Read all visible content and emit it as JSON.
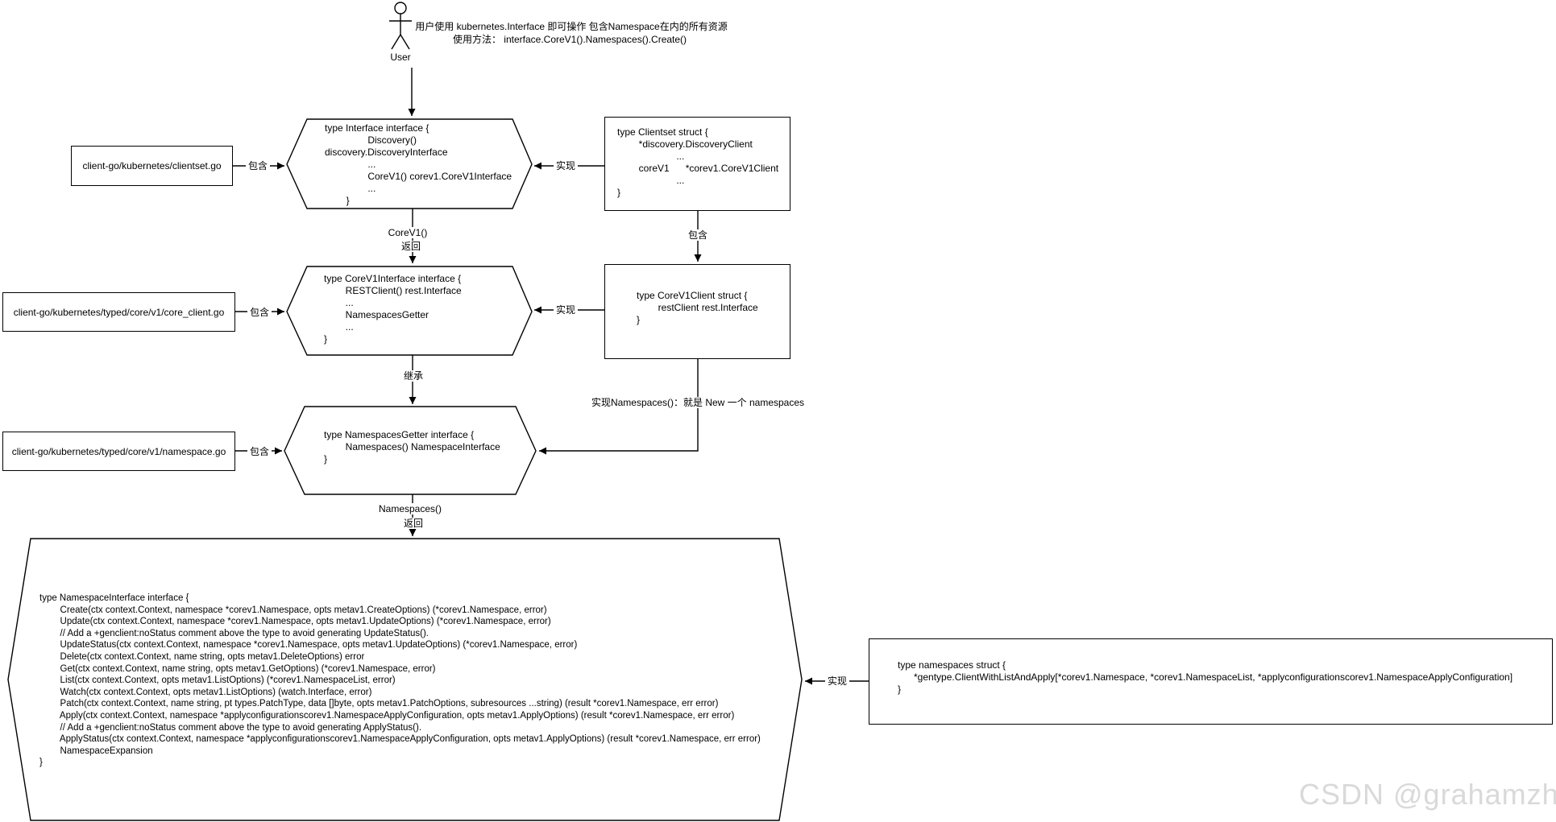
{
  "note": {
    "line1": "用户使用 kubernetes.Interface 即可操作 包含Namespace在内的所有资源",
    "line2": "使用方法： interface.CoreV1().Namespaces().Create()"
  },
  "actor": {
    "label": "User"
  },
  "files": {
    "clientset": "client-go/kubernetes/clientset.go",
    "core_client": "client-go/kubernetes/typed/core/v1/core_client.go",
    "namespace": "client-go/kubernetes/typed/core/v1/namespace.go"
  },
  "nodes": {
    "interface_hexagon": {
      "code": "type Interface interface {\n                Discovery()\ndiscovery.DiscoveryInterface\n                ...\n                CoreV1() corev1.CoreV1Interface\n                ...\n        }"
    },
    "clientset_struct": {
      "code": "type Clientset struct {\n        *discovery.DiscoveryClient\n                      ...\n        coreV1      *corev1.CoreV1Client\n                      ...\n}"
    },
    "corev1_interface_hexagon": {
      "code": "type CoreV1Interface interface {\n        RESTClient() rest.Interface\n        ...\n        NamespacesGetter\n        ...\n}"
    },
    "corev1_client_struct": {
      "code": "type CoreV1Client struct {\n        restClient rest.Interface\n}"
    },
    "namespaces_getter_hexagon": {
      "code": "type NamespacesGetter interface {\n        Namespaces() NamespaceInterface\n}"
    },
    "namespace_interface_hexagon": {
      "code": "type NamespaceInterface interface {\n        Create(ctx context.Context, namespace *corev1.Namespace, opts metav1.CreateOptions) (*corev1.Namespace, error)\n        Update(ctx context.Context, namespace *corev1.Namespace, opts metav1.UpdateOptions) (*corev1.Namespace, error)\n        // Add a +genclient:noStatus comment above the type to avoid generating UpdateStatus().\n        UpdateStatus(ctx context.Context, namespace *corev1.Namespace, opts metav1.UpdateOptions) (*corev1.Namespace, error)\n        Delete(ctx context.Context, name string, opts metav1.DeleteOptions) error\n        Get(ctx context.Context, name string, opts metav1.GetOptions) (*corev1.Namespace, error)\n        List(ctx context.Context, opts metav1.ListOptions) (*corev1.NamespaceList, error)\n        Watch(ctx context.Context, opts metav1.ListOptions) (watch.Interface, error)\n        Patch(ctx context.Context, name string, pt types.PatchType, data []byte, opts metav1.PatchOptions, subresources ...string) (result *corev1.Namespace, err error)\n        Apply(ctx context.Context, namespace *applyconfigurationscorev1.NamespaceApplyConfiguration, opts metav1.ApplyOptions) (result *corev1.Namespace, err error)\n        // Add a +genclient:noStatus comment above the type to avoid generating ApplyStatus().\n        ApplyStatus(ctx context.Context, namespace *applyconfigurationscorev1.NamespaceApplyConfiguration, opts metav1.ApplyOptions) (result *corev1.Namespace, err error)\n        NamespaceExpansion\n}"
    },
    "namespaces_struct": {
      "code": "type namespaces struct {\n      *gentype.ClientWithListAndApply[*corev1.Namespace, *corev1.NamespaceList, *applyconfigurationscorev1.NamespaceApplyConfiguration]\n}"
    }
  },
  "edge_labels": {
    "contains_1": "包含",
    "implements_1": "实现",
    "corev1_method": "CoreV1()",
    "returns_1": "返回",
    "contains_clientset_corev1client": "包含",
    "contains_2": "包含",
    "implements_2": "实现",
    "inherits": "继承",
    "implements_note": "实现Namespaces()：就是 New 一个 namespaces",
    "contains_3": "包含",
    "namespaces_method": "Namespaces()",
    "returns_2": "返回",
    "implements_3": "实现"
  },
  "watermark": {
    "text": "CSDN @grahamzhu",
    "color": "#d9d9d9"
  },
  "colors": {
    "stroke": "#000000",
    "background": "#ffffff"
  }
}
